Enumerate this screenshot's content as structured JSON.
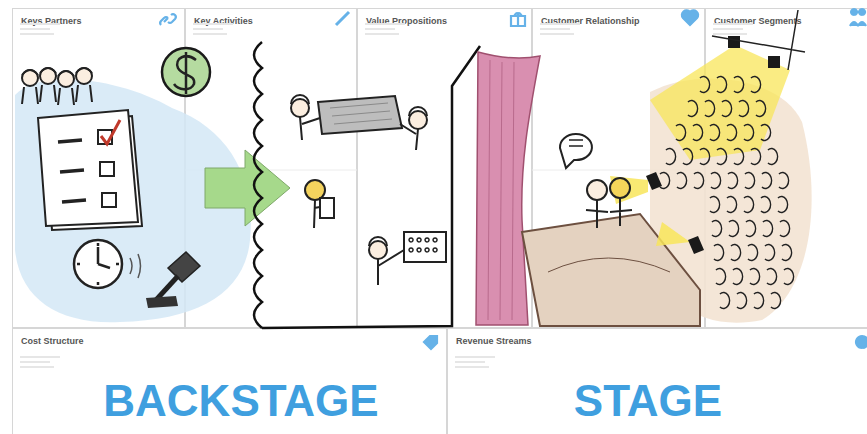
{
  "diagram": {
    "nodes": [
      {
        "text": [
          "Keys Partners"
        ]
      },
      {
        "text": [
          "Key Activities"
        ]
      },
      {
        "text": [
          "Value Propositions"
        ]
      },
      {
        "text": [
          "Customer Relationship"
        ]
      },
      {
        "text": [
          "Customer Segments"
        ]
      },
      {
        "text": [
          "Cost Structure",
          "BACKSTAGE"
        ]
      },
      {
        "text": [
          "Revenue Streams",
          "STAGE"
        ]
      }
    ]
  }
}
